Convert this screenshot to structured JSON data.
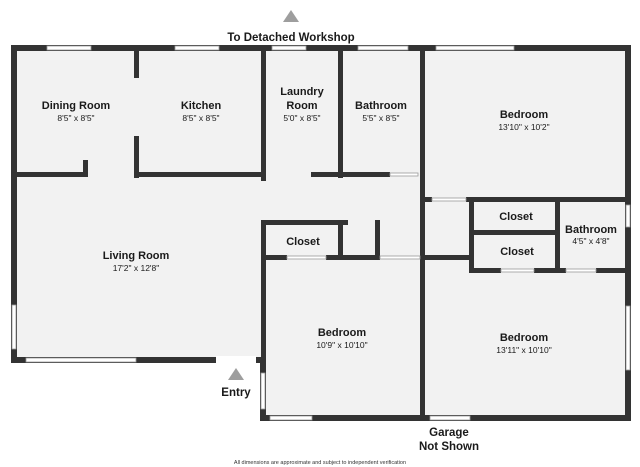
{
  "colors": {
    "wall": "#333333",
    "floor": "#f2f2f2",
    "window": "#ffffff",
    "arrow": "#9e9e9e"
  },
  "labels": {
    "top": "To Detached Workshop",
    "entry": "Entry",
    "garage_line1": "Garage",
    "garage_line2": "Not Shown",
    "disclaimer": "All dimensions are approximate and subject to independent verification"
  },
  "rooms": {
    "dining": {
      "name": "Dining Room",
      "dim": "8'5\" x 8'5\""
    },
    "kitchen": {
      "name": "Kitchen",
      "dim": "8'5\" x 8'5\""
    },
    "laundry": {
      "name1": "Laundry",
      "name2": "Room",
      "dim": "5'0\" x 8'5\""
    },
    "bath1": {
      "name": "Bathroom",
      "dim": "5'5\" x 8'5\""
    },
    "bedroom1": {
      "name": "Bedroom",
      "dim": "13'10\" x 10'2\""
    },
    "closet1": {
      "name": "Closet"
    },
    "closet2": {
      "name": "Closet"
    },
    "closet3": {
      "name": "Closet"
    },
    "bath2": {
      "name": "Bathroom",
      "dim": "4'5\" x 4'8\""
    },
    "living": {
      "name": "Living Room",
      "dim": "17'2\" x 12'8\""
    },
    "bedroom2": {
      "name": "Bedroom",
      "dim": "10'9\" x 10'10\""
    },
    "bedroom3": {
      "name": "Bedroom",
      "dim": "13'11\" x 10'10\""
    }
  }
}
